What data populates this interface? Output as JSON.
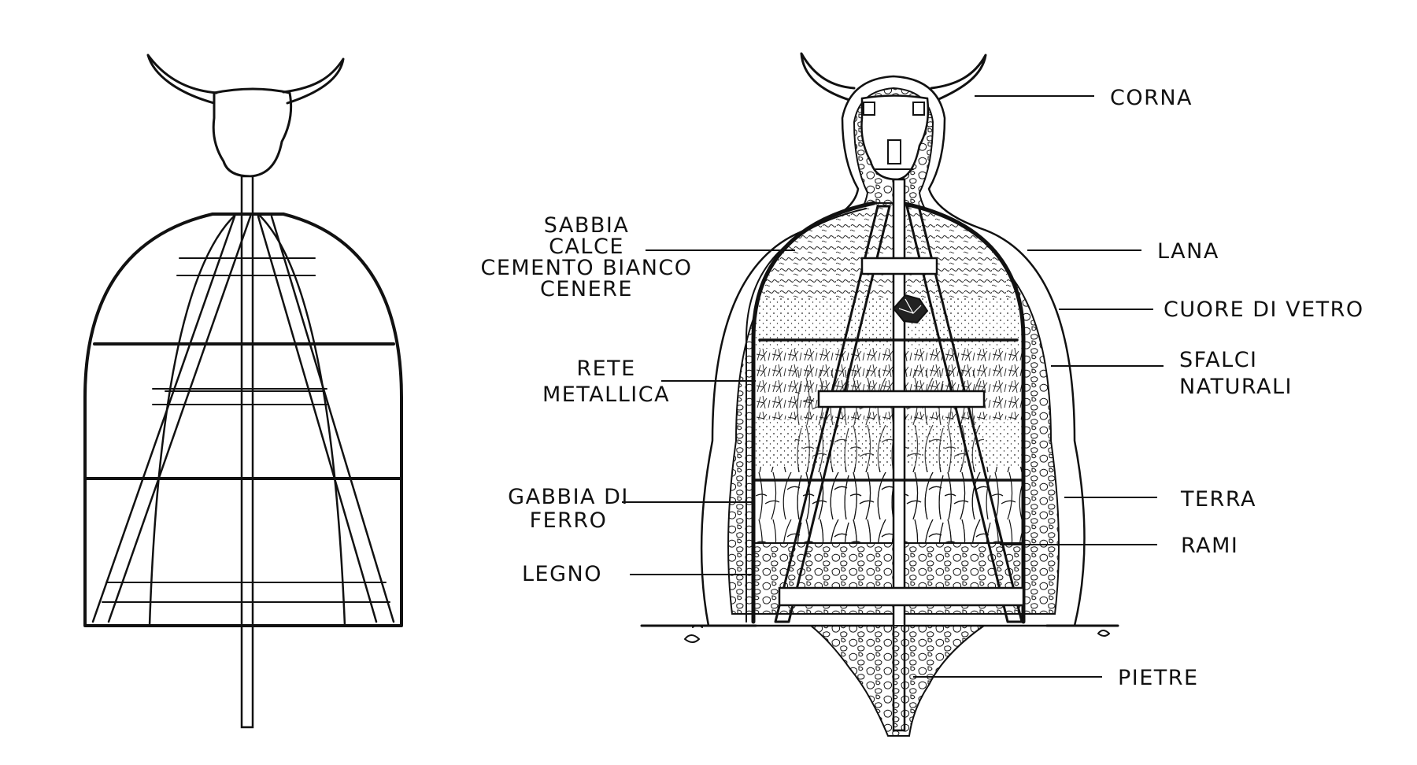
{
  "labels": {
    "corna": "CORNA",
    "lana": "LANA",
    "cuore": "CUORE DI VETRO",
    "sfalci_1": "SFALCI",
    "sfalci_2": "NATURALI",
    "terra": "TERRA",
    "rami": "RAMI",
    "pietre": "PIETRE",
    "sabbia_1": "SABBIA",
    "sabbia_2": "CALCE",
    "sabbia_3": "CEMENTO BIANCO",
    "sabbia_4": "CENERE",
    "rete_1": "RETE",
    "rete_2": "METALLICA",
    "gabbia_1": "GABBIA DI",
    "gabbia_2": "FERRO",
    "legno": "LEGNO"
  }
}
